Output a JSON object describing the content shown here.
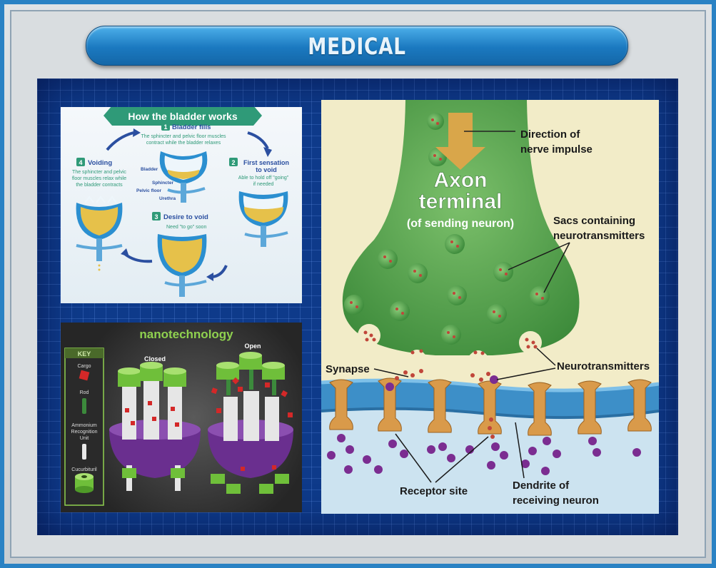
{
  "page": {
    "title": "MEDICAL"
  },
  "bladder": {
    "title": "How the bladder works",
    "step1": {
      "num": "1",
      "title": "Bladder fills",
      "desc1": "The sphincter and pelvic floor muscles",
      "desc2": "contract while the bladder relaxes"
    },
    "step2": {
      "num": "2",
      "title1": "First sensation",
      "title2": "to void",
      "desc1": "Able to hold off \"going\"",
      "desc2": "if needed"
    },
    "step3": {
      "num": "3",
      "title": "Desire to void",
      "desc": "Need \"to go\" soon"
    },
    "step4": {
      "num": "4",
      "title": "Voiding",
      "desc1": "The sphincter and pelvic",
      "desc2": "floor muscles relax while",
      "desc3": "the bladder contracts"
    },
    "labels": {
      "bladder": "Bladder",
      "sphincter": "Sphincter",
      "pelvic_floor": "Pelvic floor",
      "urethra": "Urethra"
    }
  },
  "nano": {
    "title": "nanotechnology",
    "key_title": "KEY",
    "key_items": [
      "Cargo",
      "Rod",
      "Ammonium",
      "Recognition",
      "Unit",
      "Cucurbituril"
    ],
    "closed_label": "Closed",
    "open_label": "Open"
  },
  "axon": {
    "title1": "Axon",
    "title2": "terminal",
    "subtitle": "(of sending neuron)",
    "direction1": "Direction of",
    "direction2": "nerve impulse",
    "sacs1": "Sacs containing",
    "sacs2": "neurotransmitters",
    "neurotransmitters": "Neurotransmitters",
    "synapse": "Synapse",
    "receptor": "Receptor site",
    "dendrite1": "Dendrite of",
    "dendrite2": "receiving neuron"
  },
  "colors": {
    "banner": "#1b79c0",
    "axon_green": "#4d9a45",
    "membrane_blue": "#3d8fc8",
    "receptor": "#d99a4a",
    "neurotransmitter": "#7b2d91"
  }
}
